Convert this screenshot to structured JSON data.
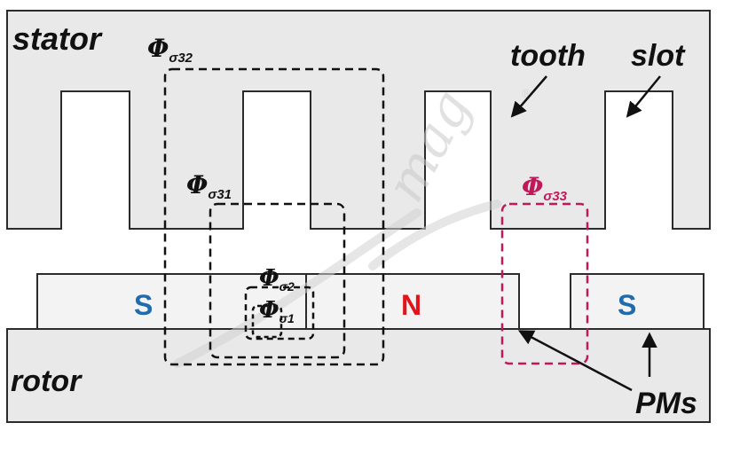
{
  "labels": {
    "stator": "stator",
    "rotor": "rotor",
    "tooth": "tooth",
    "slot": "slot",
    "pms": "PMs"
  },
  "poles": {
    "left": "S",
    "middle": "N",
    "right": "S"
  },
  "flux_paths": {
    "phi32": {
      "symbol": "Φ",
      "subscript": "σ32"
    },
    "phi31": {
      "symbol": "Φ",
      "subscript": "σ31"
    },
    "phi2": {
      "symbol": "Φ",
      "subscript": "σ2"
    },
    "phi1": {
      "symbol": "Φ",
      "subscript": "σ1"
    },
    "phi33": {
      "symbol": "Φ",
      "subscript": "σ33"
    }
  },
  "watermark": {
    "text": "mag",
    "registered_mark": "®"
  },
  "colors": {
    "body_fill": "#e9e9e9",
    "outline": "#2b2b2b",
    "pole_s": "#1f6bb0",
    "pole_n": "#e3131b",
    "flux_black": "#111111",
    "flux_magenta": "#c2185b",
    "watermark": "#c9c9c9"
  }
}
